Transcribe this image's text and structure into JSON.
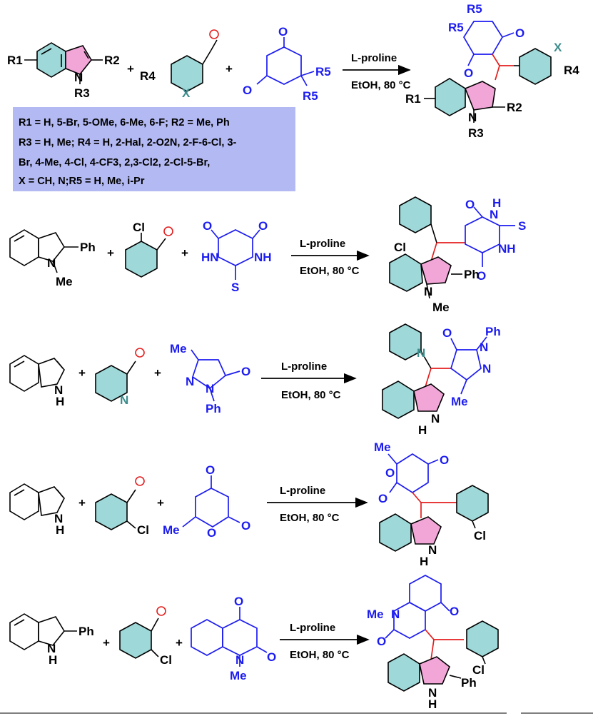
{
  "reactions": [
    {
      "id": "general",
      "catalyst": "L-proline",
      "conditions": "EtOH, 80 °C",
      "reactant_1_labels": [
        "R1",
        "R2",
        "N",
        "R3"
      ],
      "reactant_2_labels": [
        "R4",
        "X"
      ],
      "reactant_3_labels": [
        "O",
        "O",
        "R5",
        "R5"
      ],
      "product_labels": [
        "R5",
        "R5",
        "O",
        "O",
        "X",
        "R4",
        "R1",
        "R2",
        "N",
        "R3"
      ]
    },
    {
      "id": "thiobarbituric",
      "catalyst": "L-proline",
      "conditions": "EtOH, 80 °C",
      "reactant_1_labels": [
        "Ph",
        "N",
        "Me"
      ],
      "reactant_2_labels": [
        "Cl",
        "O"
      ],
      "reactant_3_labels": [
        "O",
        "O",
        "HN",
        "NH",
        "S"
      ],
      "product_labels": [
        "Cl",
        "O",
        "H",
        "N",
        "S",
        "NH",
        "O",
        "Ph",
        "N",
        "Me"
      ]
    },
    {
      "id": "pyrazolone",
      "catalyst": "L-proline",
      "conditions": "EtOH, 80 °C",
      "reactant_1_labels": [
        "N",
        "H"
      ],
      "reactant_2_labels": [
        "N",
        "O"
      ],
      "reactant_3_labels": [
        "Me",
        "O",
        "N",
        "N",
        "Ph"
      ],
      "product_labels": [
        "N",
        "O",
        "N",
        "Ph",
        "N",
        "Me",
        "N",
        "H"
      ]
    },
    {
      "id": "pyranone",
      "catalyst": "L-proline",
      "conditions": "EtOH, 80 °C",
      "reactant_1_labels": [
        "N",
        "H"
      ],
      "reactant_2_labels": [
        "O",
        "Cl"
      ],
      "reactant_3_labels": [
        "O",
        "Me",
        "O",
        "O"
      ],
      "product_labels": [
        "Me",
        "O",
        "O",
        "O",
        "Cl",
        "N",
        "H"
      ]
    },
    {
      "id": "quinolinedione",
      "catalyst": "L-proline",
      "conditions": "EtOH, 80 °C",
      "reactant_1_labels": [
        "Ph",
        "N",
        "H"
      ],
      "reactant_2_labels": [
        "O",
        "Cl"
      ],
      "reactant_3_labels": [
        "O",
        "O",
        "N",
        "Me"
      ],
      "product_labels": [
        "Me",
        "N",
        "O",
        "O",
        "Cl",
        "Ph",
        "N",
        "H"
      ]
    }
  ],
  "substituent_note": {
    "lines": [
      "R1 = H, 5-Br, 5-OMe, 6-Me, 6-F; R2 = Me, Ph",
      "R3 = H, Me; R4 = H, 2-Hal, 2-O2N, 2-F-6-Cl, 3-",
      "Br, 4-Me, 4-Cl, 4-CF3, 2,3-Cl2, 2-Cl-5-Br,",
      "X = CH, N;R5 = H, Me, i-Pr"
    ]
  },
  "colors": {
    "blue_reagent": "#1c1cf0",
    "teal_ring": "#9fd8d8",
    "pink_ring": "#f2a6d8",
    "new_bond_red": "#e41e1e",
    "note_background": "#b3b9f2"
  },
  "plus_sign": "+"
}
